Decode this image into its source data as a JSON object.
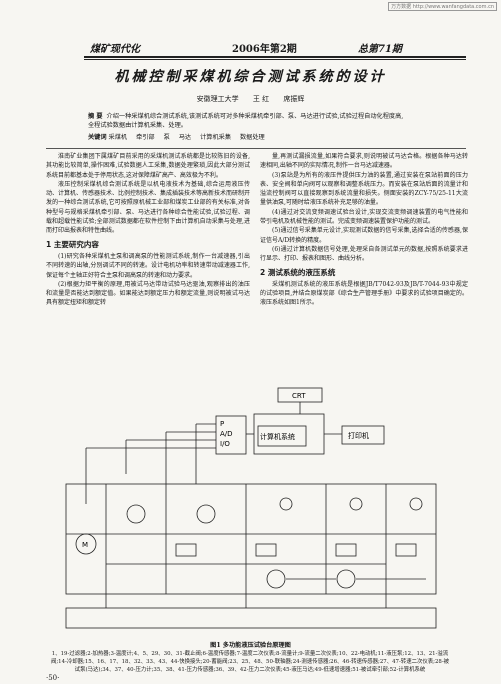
{
  "watermark": "万方数据 http://www.wanfangdata.com.cn",
  "header": {
    "journal": "煤矿现代化",
    "issue": "2006年第2期",
    "total": "总第71期"
  },
  "article": {
    "title": "机械控制采煤机综合测试系统的设计",
    "affiliation": "安徽理工大学",
    "authors": [
      "王 红",
      "席振辉"
    ],
    "abstract_label": "摘 要",
    "abstract": "介绍一种采煤机综合测试系统,该测试系统可对多种采煤机牵引部、泵、马达进行试验,试验过程自动化程度高,全程试验数据由计算机采集、处理。",
    "keywords_label": "关键词",
    "keywords": [
      "采煤机",
      "牵引部",
      "泵",
      "马达",
      "计算机采集",
      "数据处理"
    ]
  },
  "left_column": {
    "paras": [
      "淮南矿业集团下属煤矿目前采用的采煤机测试系统都是比较陈旧的设备,其功能比较简单,操作困难,试验数据人工采集,数据处理繁琐,因此大部分测试系统目前都基本处于停用状态,这对保障煤矿高产、高效极为不利。",
      "液压控制采煤机综合测试系统是以机电液技术为基础,综合运用液压传动、计算机、传感器技术、比例控制技术、集成插装技术等高新技术而研制开发的一种综合测试系统,它可按照原机械工业部和煤炭工业部的有关标准,对各种型号与规格采煤机牵引部、泵、马达进行各种综合性能试验,试验过程、调载和超载性能试验;全部测试数据都在软件控制下由计算机自动采集与处理,进而打印出报表和特性曲线。"
    ],
    "section1": "1 主要研究内容",
    "paras2": [
      "(1)研究各种采煤机主泵和调高泵的性能测试系统,制作一台减速器,引出不同转速的出轴,分别调试不同的转速。设计电机功率和转速带动减速器工作,保证每个主轴正好符合主泵和调高泵的转速和动力要求。",
      "(2)根据力矩平衡的原理,用被试马达带动试验马达驱油,观察排出的油压和流量是否能达到额定值。如果能达到额定压力和额定流量,则说明被试马达具有额定扭矩和额定转"
    ]
  },
  "right_column": {
    "paras": [
      "量,再测试漏损流量,如果符合要求,则说明被试马达合格。根据各种马达转速相同,出轴不同的实际情况,制作一台马达减速器。",
      "(3)泵站是为所有的液压件提供压力油的装置,通过安装在泵站前面的压力表、安全阀和单向阀可以观察和调整系统压力。而安装在泵站后面的流量计和溢流控制阀可以直接观察到系统流量和损失。侧面安装的ZCY-75/25-11大流量供油泵,可随时给液压系统补充足够的油量。",
      "(4)通过对交流变频调速试验台设计,实现交流变频调速装置的电气性能和带引电机及机械性能的测试。完成变频调速装置保护功能的测试。",
      "(5)通过信号采集单元设计,实现测试数据的信号采集,选择合适的传感器,保证信号A/D转换的精度。",
      "(6)通过计算机数据信号处理,处理采自各测试单元的数据,按照系统要求进行显示、打印、报表和图形、曲线分析。"
    ],
    "section2": "2 测试系统的液压系统",
    "paras2": [
      "采煤机测试系统的液压系统是根据JB/T7042-93及JB/T-7044-93中规定的试验项目,并结合原煤炭部《综合生产管理手册》中要求的试验项目确定的。液压系统如图1所示。"
    ]
  },
  "diagram": {
    "crt": "CRT",
    "computer": "计算机系统",
    "printer": "打印机",
    "ad_label": "P",
    "ad_box": [
      "P",
      "A/D",
      "I/O"
    ],
    "motor": "M"
  },
  "figure": {
    "caption": "图1 多功能液压试验台原理图",
    "legend": "1、19-过滤器;2-加热器;3-温度计;4、5、29、30、31-截止阀;6-温度传感器;7-温度二次仪表;8-流量计;9-流量二次仪表;10、22-电动机;11-液压泵;12、13、21-溢流阀;14-冷却器;15、16、17、18、32、33、43、44-快换接头;20-蓄能阀;23、25、48、50-联轴器;24-测速传感器;26、46-转速传感器;27、47-转速二次仪表;28-被试泵(马达);34、37、40-压力计;35、38、41-压力传感器;36、39、42-压力二次仪表;45-液压马达;49-低速增速器;51-被试牵引部;52-计算机系统"
  },
  "page_number": "·50·"
}
